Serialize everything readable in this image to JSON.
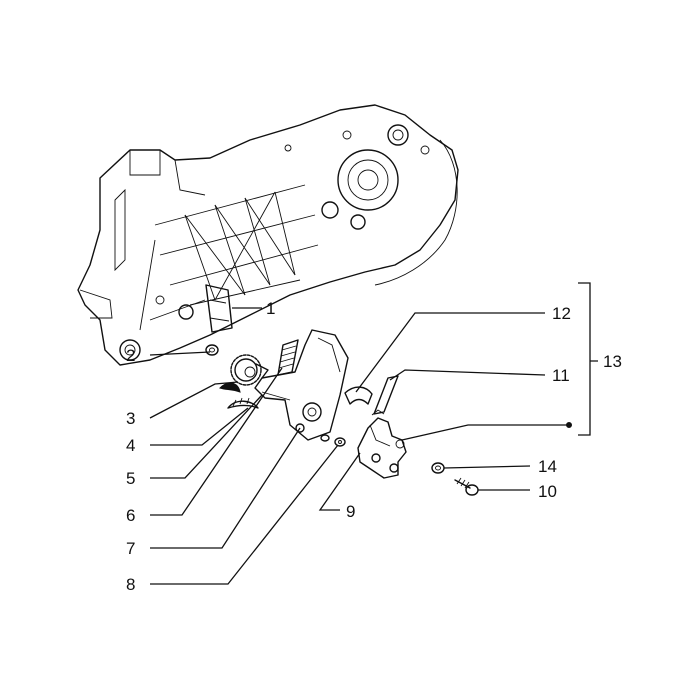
{
  "callouts": [
    {
      "id": "1",
      "label": "1"
    },
    {
      "id": "2",
      "label": "2"
    },
    {
      "id": "3",
      "label": "3"
    },
    {
      "id": "4",
      "label": "4"
    },
    {
      "id": "5",
      "label": "5"
    },
    {
      "id": "6",
      "label": "6"
    },
    {
      "id": "7",
      "label": "7"
    },
    {
      "id": "8",
      "label": "8"
    },
    {
      "id": "9",
      "label": "9"
    },
    {
      "id": "10",
      "label": "10"
    },
    {
      "id": "11",
      "label": "11"
    },
    {
      "id": "12",
      "label": "12"
    },
    {
      "id": "13",
      "label": "13"
    },
    {
      "id": "14",
      "label": "14"
    }
  ],
  "colors": {
    "ink": "#111111",
    "background": "#ffffff"
  }
}
